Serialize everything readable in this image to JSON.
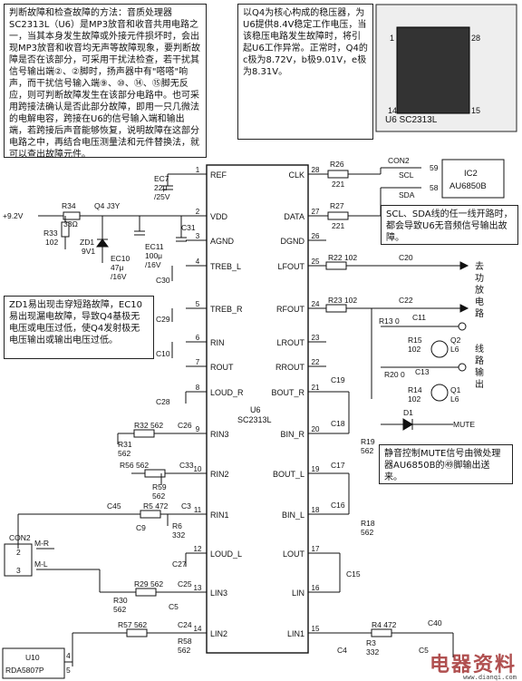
{
  "notes": {
    "top_left": "判断故障和检查故障的方法：音质处理器SC2313L（U6）是MP3放音和收音共用电路之一，当其本身发生故障或外接元件损坏时，会出现MP3放音和收音均无声等故障现象，要判断故障是否在该部分，可采用干扰法检查，若干扰其信号输出端②、②脚时，扬声器中有\"嗒嗒\"响声，而干扰信号输入端⑨、⑩、⑭、⑮脚无反应，则可判断故障发生在该部分电路中。也可采用跨接法确认是否此部分故障，即用一只几微法的电解电容，跨接在U6的信号输入端和输出端，若跨接后声音能够恢复，说明故障在这部分电路之中，再结合电压测量法和元件替换法，就可以查出故障元件。",
    "top_right": "以Q4为核心构成的稳压器，为U6提供8.4V稳定工作电压，当该稳压电路发生故障时，将引起U6工作异常。正常时，Q4的c极为8.72V，b极9.01V，e极为8.31V。",
    "zd1": "ZD1易出现击穿短路故障，EC10易出现漏电故障，导致Q4基极无电压或电压过低，使Q4发射极无电压输出或输出电压过低。",
    "scl_sda": "SCL、SDA线的任一线开路时，都会导致U6无音频信号输出故障。",
    "mute": "静音控制MUTE信号由微处理器AU6850B的㊾脚输出送来。"
  },
  "chip_photo_label": "U6 SC2313L",
  "chip_photo_pins": {
    "p1": "1",
    "p28": "28",
    "p14": "14",
    "p15": "15"
  },
  "u6": {
    "name": "U6",
    "part": "SC2313L",
    "left_pins": [
      {
        "num": "1",
        "name": "REF"
      },
      {
        "num": "2",
        "name": "VDD"
      },
      {
        "num": "3",
        "name": "AGND"
      },
      {
        "num": "4",
        "name": "TREB_L"
      },
      {
        "num": "5",
        "name": "TREB_R"
      },
      {
        "num": "6",
        "name": "RIN"
      },
      {
        "num": "7",
        "name": "ROUT"
      },
      {
        "num": "8",
        "name": "LOUD_R"
      },
      {
        "num": "9",
        "name": "RIN3"
      },
      {
        "num": "10",
        "name": "RIN2"
      },
      {
        "num": "11",
        "name": "RIN1"
      },
      {
        "num": "12",
        "name": "LOUD_L"
      },
      {
        "num": "13",
        "name": "LIN3"
      },
      {
        "num": "14",
        "name": "LIN2"
      }
    ],
    "right_pins": [
      {
        "num": "28",
        "name": "CLK"
      },
      {
        "num": "27",
        "name": "DATA"
      },
      {
        "num": "26",
        "name": "DGND"
      },
      {
        "num": "25",
        "name": "LFOUT"
      },
      {
        "num": "24",
        "name": "RFOUT"
      },
      {
        "num": "23",
        "name": "LROUT"
      },
      {
        "num": "22",
        "name": "RROUT"
      },
      {
        "num": "21",
        "name": "BOUT_R"
      },
      {
        "num": "20",
        "name": "BIN_R"
      },
      {
        "num": "19",
        "name": "BOUT_L"
      },
      {
        "num": "18",
        "name": "BIN_L"
      },
      {
        "num": "17",
        "name": "LOUT"
      },
      {
        "num": "16",
        "name": "LIN"
      },
      {
        "num": "15",
        "name": "LIN1"
      }
    ]
  },
  "parts": {
    "ec7": "EC7",
    "ec7_v": "22μ",
    "ec7_r": "/25V",
    "supply": "+9.2V",
    "r34": "R34",
    "r34_v": "33Ω",
    "r33": "R33",
    "r33_v": "102",
    "q4": "Q4 J3Y",
    "zd1": "ZD1",
    "zd1_v": "9V1",
    "c31": "C31",
    "ec11": "EC11",
    "ec11_v": "100μ",
    "ec11_r": "/16V",
    "ec10": "EC10",
    "ec10_v": "47μ",
    "ec10_r": "/16V",
    "c30": "C30",
    "c29": "C29",
    "c10": "C10",
    "c28": "C28",
    "r32": "R32 562",
    "c26": "C26",
    "r31": "R31",
    "r31_v": "562",
    "r56": "R56 562",
    "c33": "C33",
    "r59": "R59",
    "r59_v": "562",
    "c45": "C45",
    "r5": "R5 472",
    "c3": "C3",
    "c9": "C9",
    "r6": "R6",
    "r6_v": "332",
    "c27": "C27",
    "r29": "R29 562",
    "c25": "C25",
    "r30": "R30",
    "r30_v": "562",
    "c5l": "C5",
    "r57": "R57 562",
    "c24": "C24",
    "r58": "R58",
    "r58_v": "562",
    "r26": "R26",
    "r26_v": "221",
    "r27": "R27",
    "r27_v": "221",
    "con2_top": "CON2",
    "scl": "SCL",
    "sda": "SDA",
    "ic2_num59": "59",
    "ic2_num58": "58",
    "ic2": "IC2",
    "ic2_part": "AU6850B",
    "r22": "R22 102",
    "c20": "C20",
    "r23": "R23 102",
    "c22": "C22",
    "r13": "R13 0",
    "c11": "C11",
    "r15": "R15",
    "r15_v": "102",
    "q2": "Q2",
    "q2_v": "L6",
    "r20": "R20 0",
    "c13": "C13",
    "r14": "R14",
    "r14_v": "102",
    "q1": "Q1",
    "q1_v": "L6",
    "d1": "D1",
    "mute": "MUTE",
    "c19": "C19",
    "c18": "C18",
    "r19": "R19",
    "r19_v": "562",
    "c17": "C17",
    "c16": "C16",
    "r18": "R18",
    "r18_v": "562",
    "c15": "C15",
    "c4": "C4",
    "r4": "R4 472",
    "c40": "C40",
    "r3": "R3",
    "r3_v": "332",
    "c5": "C5",
    "con2_l": "CON2",
    "mr": "M-R",
    "ml": "M-L",
    "p2": "2",
    "p3": "3",
    "u10": "U10",
    "u10_part": "RDA5807P",
    "p4": "4",
    "p5": "5",
    "out_amp": "去功放电路",
    "out_line": "线路输出"
  },
  "watermark": "电器资料",
  "watermark_url": "www.dianqi.com"
}
